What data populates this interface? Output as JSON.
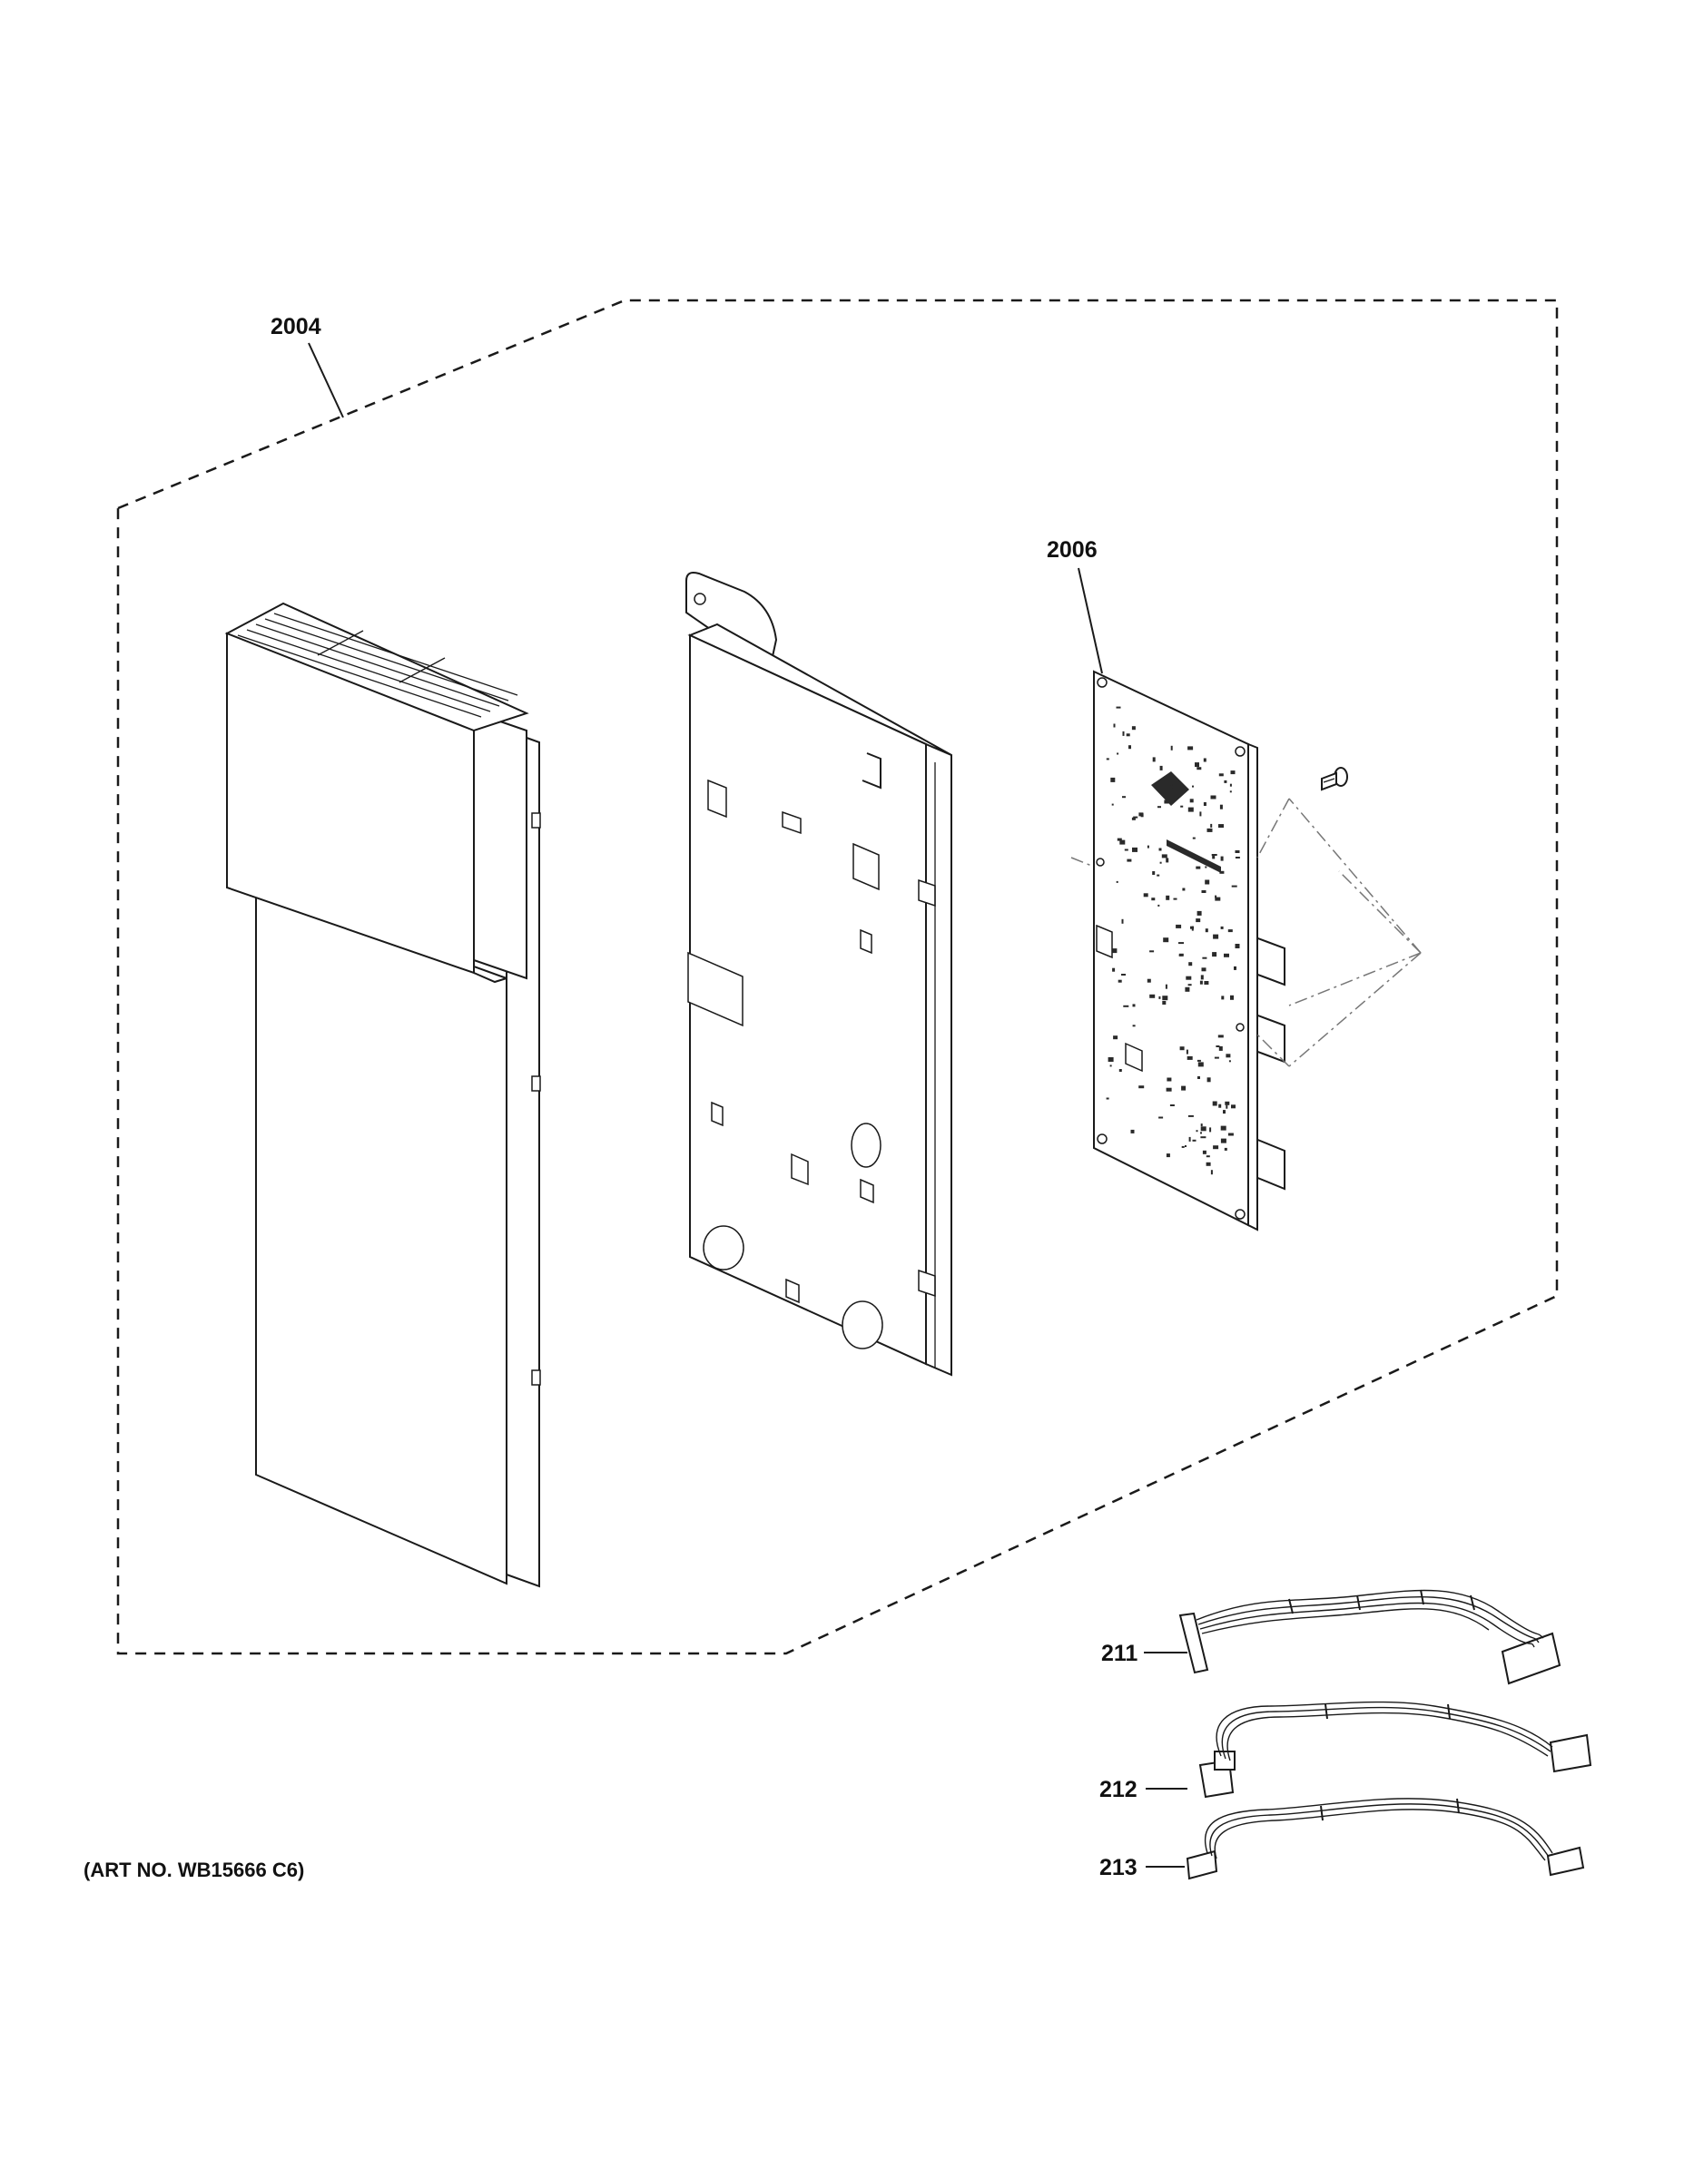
{
  "callouts": {
    "assembly": "2004",
    "board": "2006",
    "harness_1": "211",
    "harness_2": "212",
    "harness_3": "213"
  },
  "art_number": "(ART NO. WB15666 C6)"
}
